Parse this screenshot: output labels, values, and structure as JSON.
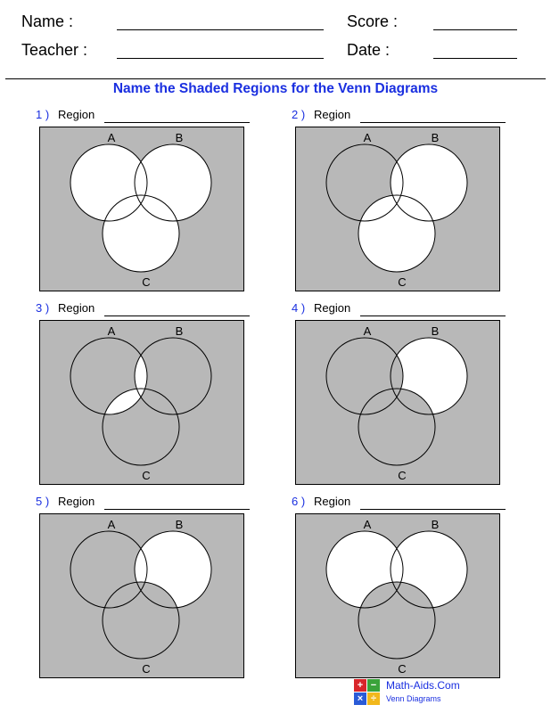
{
  "header": {
    "name_label": "Name :",
    "teacher_label": "Teacher :",
    "score_label": "Score :",
    "date_label": "Date :"
  },
  "title": "Name the Shaded Regions for the Venn Diagrams",
  "colors": {
    "title": "#1a2fe0",
    "shade": "#b8b8b8",
    "outline": "#000000"
  },
  "problems": [
    {
      "number": "1 )",
      "label": "Region",
      "sets": [
        "A",
        "B",
        "C"
      ],
      "shaded": "outside"
    },
    {
      "number": "2 )",
      "label": "Region",
      "sets": [
        "A",
        "B",
        "C"
      ],
      "shaded": "outside-and-A-only"
    },
    {
      "number": "3 )",
      "label": "Region",
      "sets": [
        "A",
        "B",
        "C"
      ],
      "shaded": "all-except-A∩B-and-A∩C"
    },
    {
      "number": "4 )",
      "label": "Region",
      "sets": [
        "A",
        "B",
        "C"
      ],
      "shaded": "all-except-B-only"
    },
    {
      "number": "5 )",
      "label": "Region",
      "sets": [
        "A",
        "B",
        "C"
      ],
      "shaded": "all-except-B-minus-C"
    },
    {
      "number": "6 )",
      "label": "Region",
      "sets": [
        "A",
        "B",
        "C"
      ],
      "shaded": "all-except-A∪B-outside-C"
    }
  ],
  "logo": {
    "name": "Math-Aids.Com",
    "subtitle": "Venn Diagrams",
    "symbols": [
      "+",
      "−",
      "×",
      "÷"
    ]
  }
}
